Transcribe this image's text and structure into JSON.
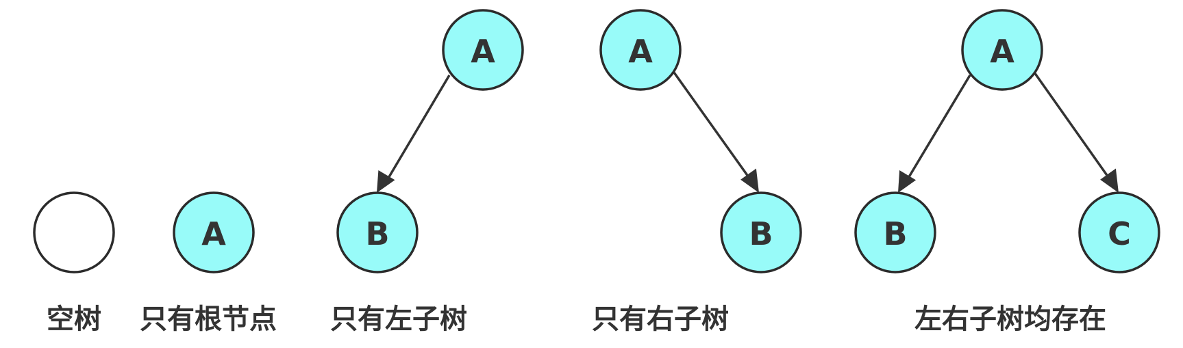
{
  "colors": {
    "node_fill": "#98fbf9",
    "empty_fill": "#ffffff",
    "stroke": "#2b2b2b",
    "text": "#333333"
  },
  "trees": [
    {
      "caption": "空树",
      "nodes": [
        {
          "id": "empty",
          "label": ""
        }
      ],
      "edges": []
    },
    {
      "caption": "只有根节点",
      "nodes": [
        {
          "id": "A",
          "label": "A"
        }
      ],
      "edges": []
    },
    {
      "caption": "只有左子树",
      "nodes": [
        {
          "id": "A",
          "label": "A"
        },
        {
          "id": "B",
          "label": "B"
        }
      ],
      "edges": [
        {
          "from": "A",
          "to": "B",
          "side": "left"
        }
      ]
    },
    {
      "caption": "只有右子树",
      "nodes": [
        {
          "id": "A",
          "label": "A"
        },
        {
          "id": "B",
          "label": "B"
        }
      ],
      "edges": [
        {
          "from": "A",
          "to": "B",
          "side": "right"
        }
      ]
    },
    {
      "caption": "左右子树均存在",
      "nodes": [
        {
          "id": "A",
          "label": "A"
        },
        {
          "id": "B",
          "label": "B"
        },
        {
          "id": "C",
          "label": "C"
        }
      ],
      "edges": [
        {
          "from": "A",
          "to": "B",
          "side": "left"
        },
        {
          "from": "A",
          "to": "C",
          "side": "right"
        }
      ]
    }
  ]
}
